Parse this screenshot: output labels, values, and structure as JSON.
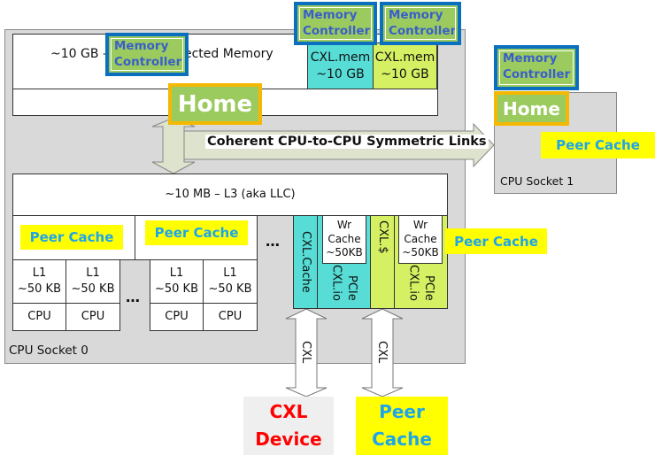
{
  "socket0": {
    "label": "CPU Socket 0",
    "memory_text_left": "~10 GB –",
    "memory_text_right": "ected Memory",
    "memory_controller": "Memory Controller",
    "home": "Home",
    "cxl_mem": [
      {
        "label": "CXL.mem",
        "size": "~10 GB",
        "controller": "Memory Controller",
        "color": "#57ddd6"
      },
      {
        "label": "CXL.mem",
        "size": "~10 GB",
        "controller": "Memory Controller",
        "color": "#d6f063"
      }
    ],
    "l3": "~10 MB – L3 (aka LLC)",
    "peer_caches": [
      "Peer Cache",
      "Peer Cache",
      "Peer Cache"
    ],
    "cores": [
      {
        "l1": "L1",
        "size": "~50 KB",
        "cpu": "CPU"
      },
      {
        "l1": "L1",
        "size": "~50 KB",
        "cpu": "CPU"
      },
      {
        "l1": "L1",
        "size": "~50 KB",
        "cpu": "CPU"
      },
      {
        "l1": "L1",
        "size": "~50 KB",
        "cpu": "CPU"
      }
    ],
    "ellipsis": "…",
    "cxl_ports": {
      "cyan": {
        "cache": "CXL.Cache",
        "io": "CXL.io",
        "pcie": "PCIe",
        "wr": "Wr",
        "wr2": "Cache",
        "wr_size": "~50KB"
      },
      "yellow": {
        "cache": "CXL.$",
        "io": "CXL.io",
        "pcie": "PCIe",
        "wr": "Wr",
        "wr2": "Cache",
        "wr_size": "~50KB"
      }
    }
  },
  "link_label": "Coherent CPU-to-CPU Symmetric Links",
  "socket1": {
    "label": "CPU Socket 1",
    "memory_controller": "Memory Controller",
    "home": "Home",
    "peer_cache": "Peer Cache"
  },
  "arrows": [
    "CXL",
    "CXL"
  ],
  "devices": {
    "cxl_device": {
      "line1": "CXL",
      "line2": "Device",
      "color": "#ff0000"
    },
    "peer_cache": {
      "line1": "Peer",
      "line2": "Cache",
      "color": "#1ea5ea"
    }
  },
  "colors": {
    "cyan": "#57ddd6",
    "yellow_green": "#d6f063",
    "mc_fill": "#9bcb5e",
    "mc_border": "#0b6fbf",
    "home_border": "#f5b800",
    "peer": "#ffff00"
  }
}
